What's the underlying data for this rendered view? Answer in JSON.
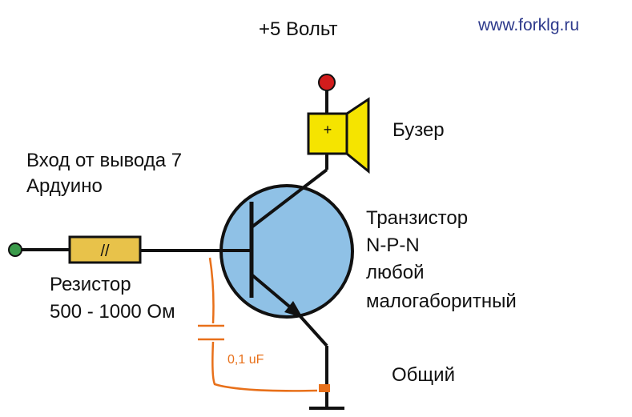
{
  "site_url": "www.forklg.ru",
  "supply_label": "+5 Вольт",
  "buzzer": {
    "label": "Бузер",
    "plus_sign": "+"
  },
  "input_label": {
    "line1": "Вход от вывода 7",
    "line2": "Ардуино"
  },
  "resistor": {
    "line1": "Резистор",
    "line2": "500 - 1000 Ом",
    "mark": "//"
  },
  "transistor": {
    "line1": "Транзистор",
    "line2": "N-P-N",
    "line3": "любой",
    "line4": "малогаборитный"
  },
  "capacitor_label": "0,1 uF",
  "ground_label": "Общий",
  "colors": {
    "wire": "#111111",
    "transistor_body": "#8fc1e6",
    "resistor_body": "#e8c24a",
    "buzzer_body": "#f5e400",
    "supply_terminal": "#d21c1c",
    "input_terminal": "#3a9a4a",
    "capacitor_wire": "#e8701a"
  }
}
